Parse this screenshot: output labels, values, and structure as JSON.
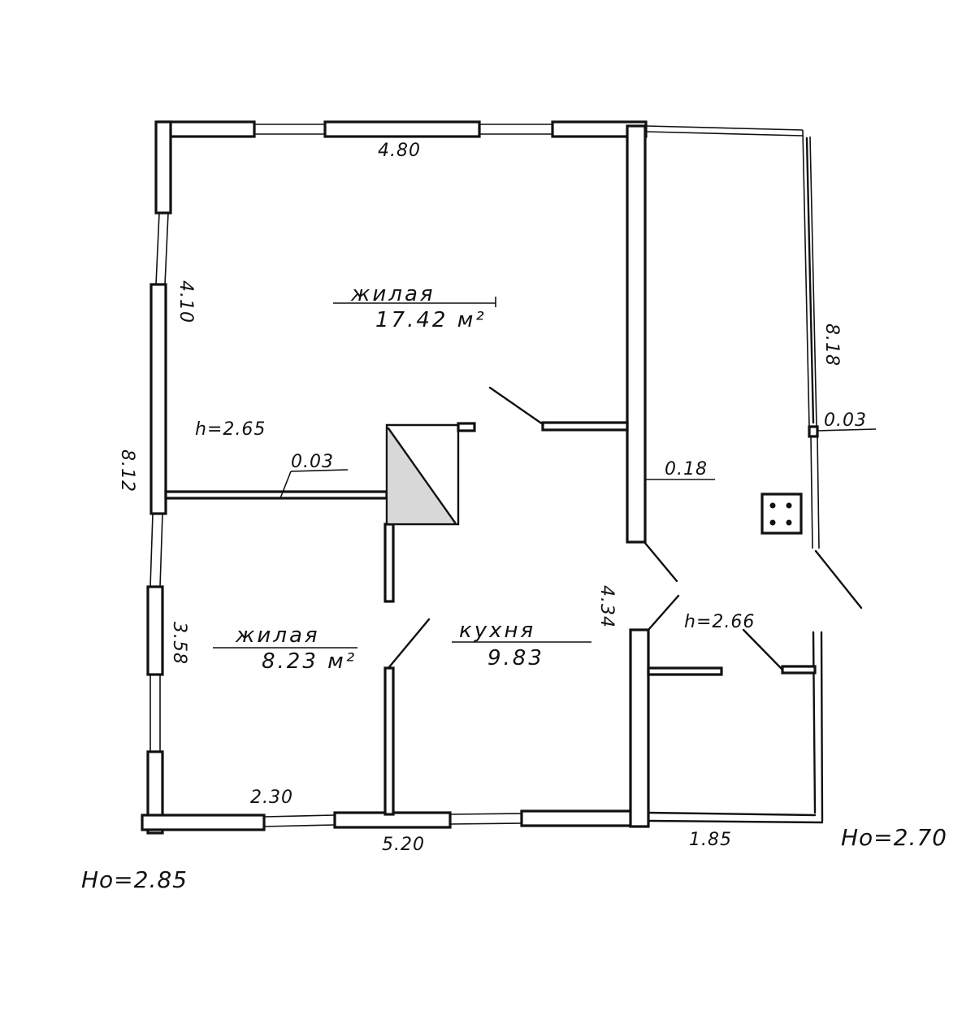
{
  "plan": {
    "rooms": [
      {
        "id": "living-large",
        "name": "жилая",
        "area": "17.42 м²"
      },
      {
        "id": "living-small",
        "name": "жилая",
        "area": "8.23 м²"
      },
      {
        "id": "kitchen",
        "name": "кухня",
        "area": "9.83"
      }
    ],
    "dimensions": {
      "top_width": "4.80",
      "left_upper": "4.10",
      "left_total": "8.12",
      "left_lower": "3.58",
      "bottom_left": "2.30",
      "bottom_width": "5.20",
      "bottom_annex": "1.85",
      "inner_vertical": "4.34",
      "annex_length": "8.18",
      "partition_thickness": "0.03",
      "annex_partition": "0.03",
      "interior_wall": "0.18"
    },
    "heights": {
      "room_height_main": "h=2.65",
      "room_height_annex": "h=2.66",
      "outside_main": "Нo=2.85",
      "outside_annex": "Нo=2.70"
    }
  }
}
